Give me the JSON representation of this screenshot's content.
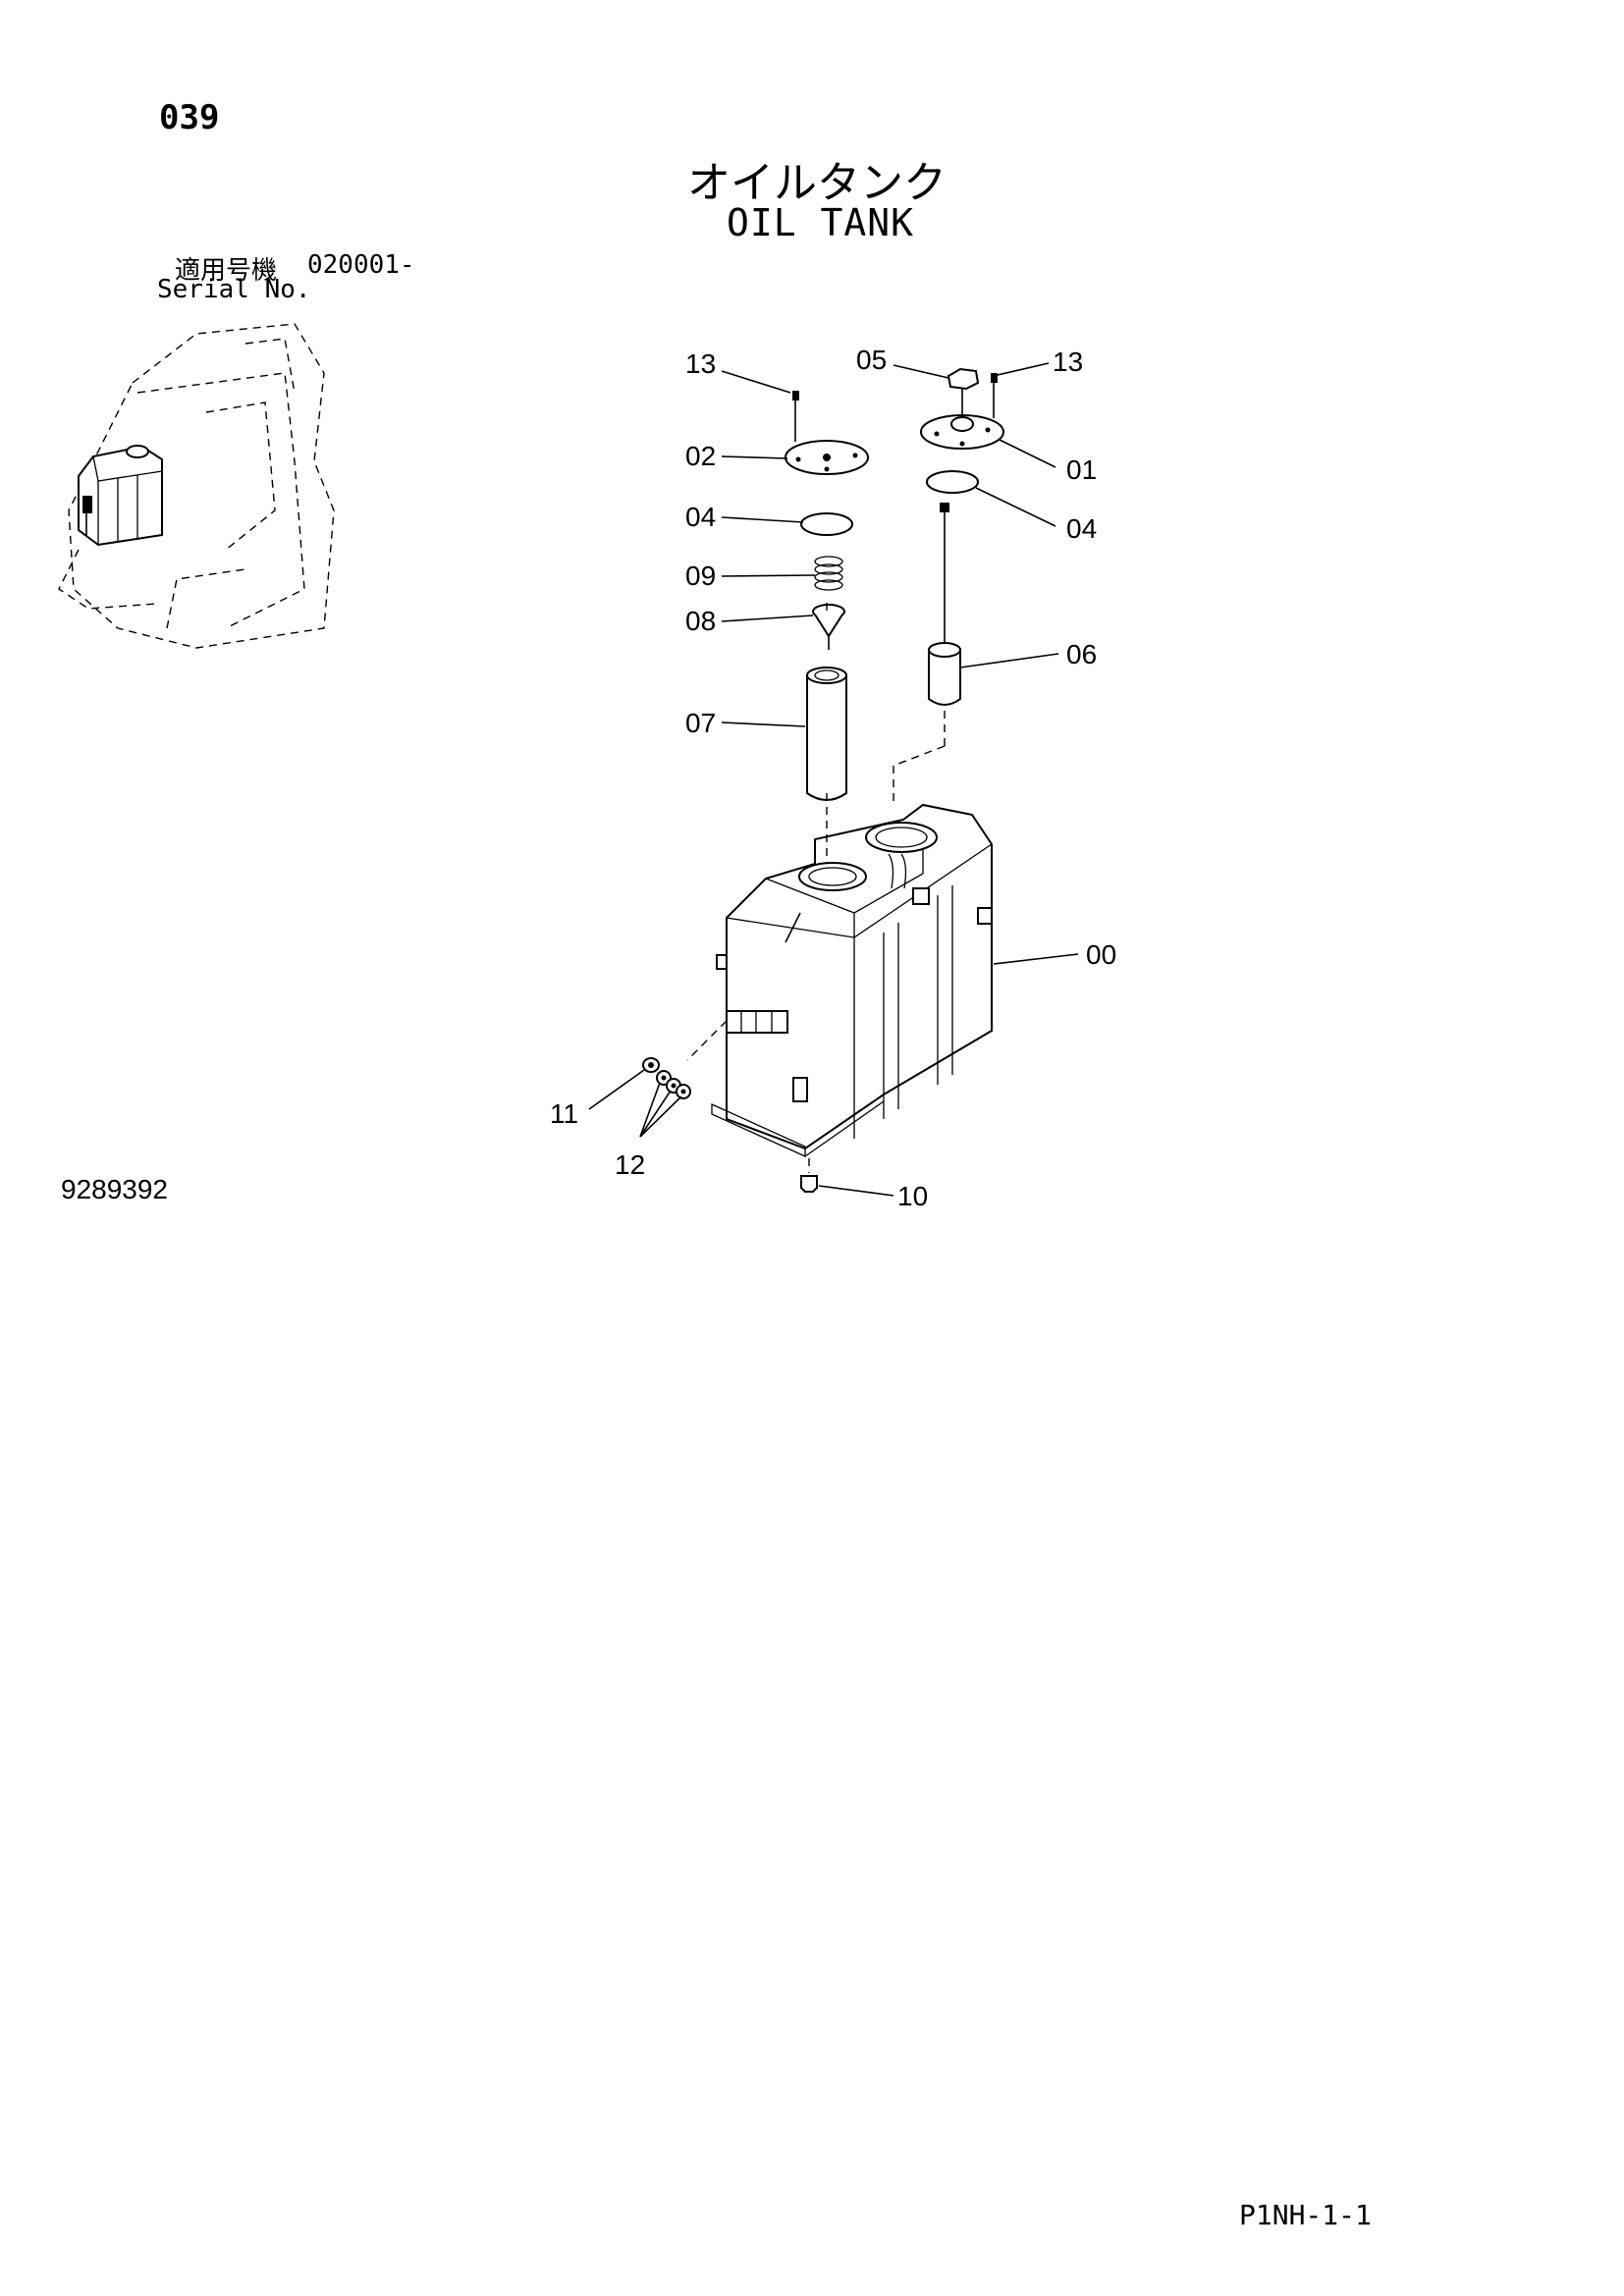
{
  "page_number": "039",
  "title": {
    "jp": "オイルタンク",
    "en": "OIL TANK"
  },
  "serial": {
    "jp_label": "適用号機",
    "range": "020001-",
    "en_label": "Serial No."
  },
  "callouts": [
    "13",
    "05",
    "13",
    "02",
    "01",
    "04",
    "04",
    "09",
    "08",
    "06",
    "07",
    "00",
    "11",
    "12",
    "10"
  ],
  "drawing_number": "9289392",
  "page_code": "P1NH-1-1"
}
